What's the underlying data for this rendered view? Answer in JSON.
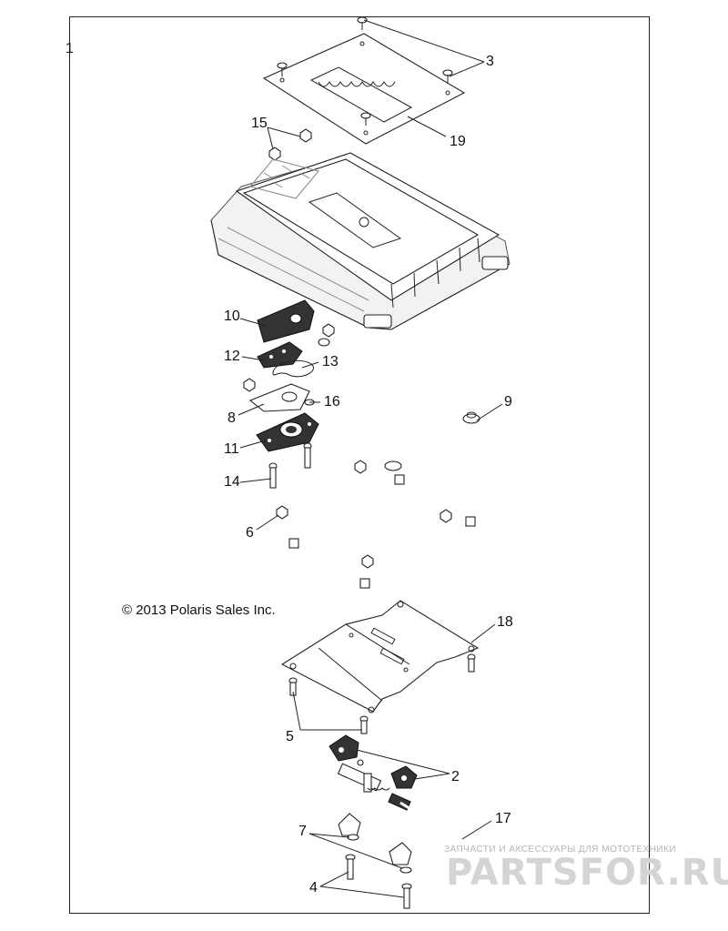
{
  "callouts": {
    "c1": "1",
    "c2": "2",
    "c3": "3",
    "c4": "4",
    "c5": "5",
    "c6": "6",
    "c7": "7",
    "c8": "8",
    "c9": "9",
    "c10": "10",
    "c11": "11",
    "c12": "12",
    "c13": "13",
    "c14": "14",
    "c15": "15",
    "c16": "16",
    "c17": "17",
    "c18": "18",
    "c19": "19"
  },
  "copyright": "© 2013 Polaris Sales Inc.",
  "watermark": {
    "tagline": "ЗАПЧАСТИ И АКСЕССУАРЫ ДЛЯ МОТОТЕХНИКИ",
    "logo": "PARTSFOR.RU"
  }
}
